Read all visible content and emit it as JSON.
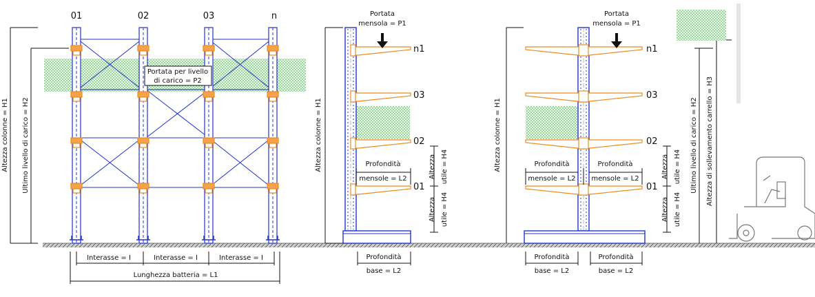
{
  "columns": [
    "01",
    "02",
    "03",
    "n"
  ],
  "levels": [
    "n1",
    "03",
    "02",
    "01"
  ],
  "labels": {
    "h1": "Altezza  colonne  =  H1",
    "h2": "Ultimo  livello  di  carico  =  H2",
    "h3": "Altezza  di  sollevamento  carrello  =  H3",
    "portata_livello": [
      "Portata  per  livello",
      "di  carico  =  P2"
    ],
    "portata_mensola": [
      "Portata",
      "mensola = P1"
    ],
    "interasse": "Interasse  =  I",
    "lunghezza": "Lunghezza  batteria  =  L1",
    "profondita": "Profondità",
    "mensole": "mensole  =  L2",
    "base": "base  =  L2",
    "altezza": "Altezza",
    "utile": "utile  =  H4"
  },
  "colors": {
    "column": "#2233cc",
    "arm": "#ee8a1e",
    "load": "#d6f2d6",
    "floor": "#777777"
  }
}
